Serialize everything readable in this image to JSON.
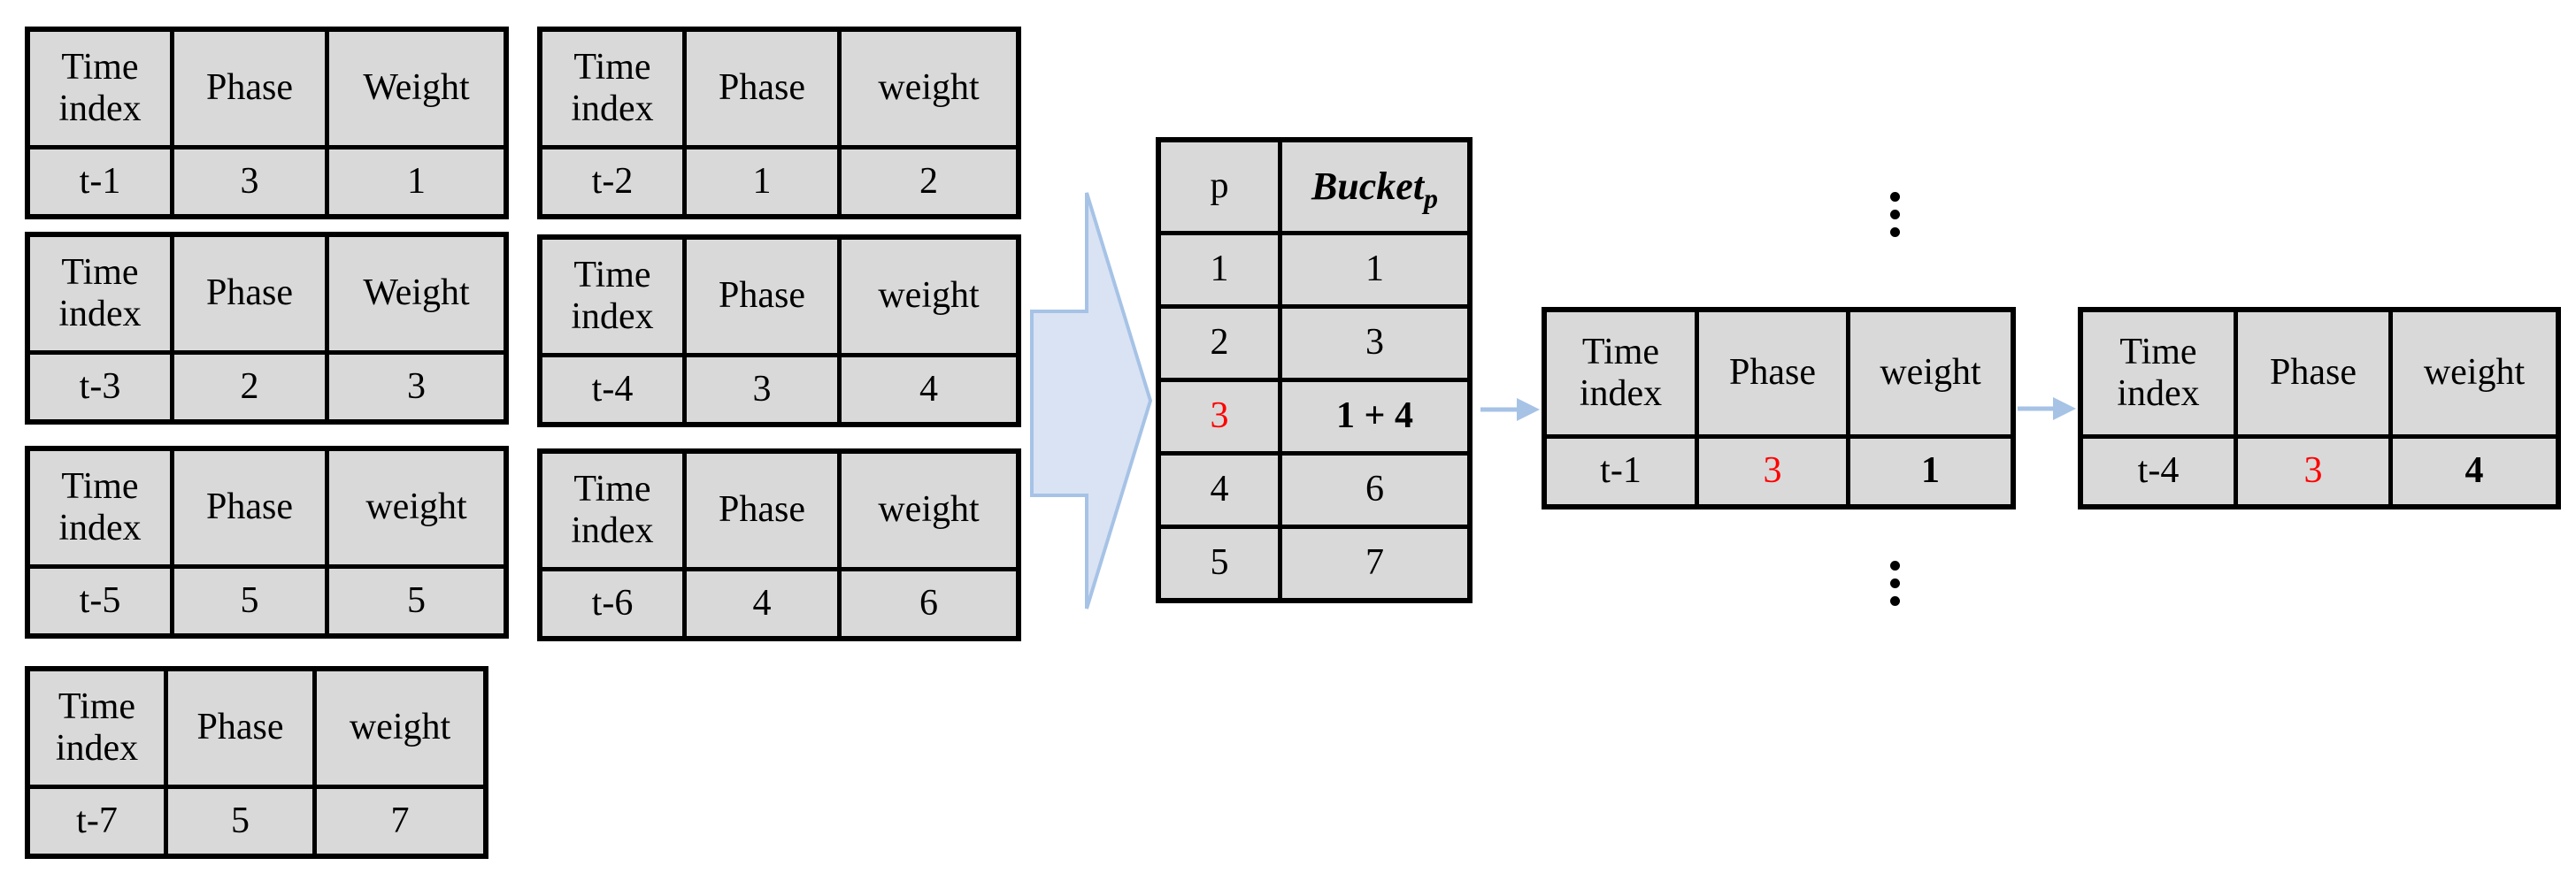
{
  "colors": {
    "background": "#ffffff",
    "cell_fill": "#d9d9d9",
    "table_border": "#000000",
    "highlight_red": "#ff0000",
    "block_arrow_fill": "#dae3f3",
    "block_arrow_stroke": "#a6c3e6",
    "connector_arrow_color": "#a6c3e6",
    "ellipsis_dot_color": "#000000"
  },
  "icons": {
    "block_arrow": "➜",
    "connector_arrow": "→",
    "vertical_ellipsis": "⋮"
  },
  "source_tables": [
    {
      "name": "t-1",
      "headers": [
        "Time index",
        "Phase",
        "Weight"
      ],
      "row": {
        "time_index": "t-1",
        "phase": "3",
        "weight": "1"
      }
    },
    {
      "name": "t-2",
      "headers": [
        "Time index",
        "Phase",
        "weight"
      ],
      "row": {
        "time_index": "t-2",
        "phase": "1",
        "weight": "2"
      }
    },
    {
      "name": "t-3",
      "headers": [
        "Time index",
        "Phase",
        "Weight"
      ],
      "row": {
        "time_index": "t-3",
        "phase": "2",
        "weight": "3"
      }
    },
    {
      "name": "t-4",
      "headers": [
        "Time index",
        "Phase",
        "weight"
      ],
      "row": {
        "time_index": "t-4",
        "phase": "3",
        "weight": "4"
      }
    },
    {
      "name": "t-5",
      "headers": [
        "Time index",
        "Phase",
        "weight"
      ],
      "row": {
        "time_index": "t-5",
        "phase": "5",
        "weight": "5"
      }
    },
    {
      "name": "t-6",
      "headers": [
        "Time index",
        "Phase",
        "weight"
      ],
      "row": {
        "time_index": "t-6",
        "phase": "4",
        "weight": "6"
      }
    },
    {
      "name": "t-7",
      "headers": [
        "Time index",
        "Phase",
        "weight"
      ],
      "row": {
        "time_index": "t-7",
        "phase": "5",
        "weight": "7"
      }
    }
  ],
  "bucket_table": {
    "col_p_header": "p",
    "col_bucket_header_base": "Bucket",
    "col_bucket_header_sub": "p",
    "rows": [
      {
        "p": "1",
        "value": "1"
      },
      {
        "p": "2",
        "value": "3"
      },
      {
        "p": "3",
        "value": "1 + 4"
      },
      {
        "p": "4",
        "value": "6"
      },
      {
        "p": "5",
        "value": "7"
      }
    ],
    "highlighted_p": "3"
  },
  "result_tables": [
    {
      "headers": [
        "Time index",
        "Phase",
        "weight"
      ],
      "row": {
        "time_index": "t-1",
        "phase": "3",
        "weight": "1"
      }
    },
    {
      "headers": [
        "Time index",
        "Phase",
        "weight"
      ],
      "row": {
        "time_index": "t-4",
        "phase": "3",
        "weight": "4"
      }
    }
  ]
}
